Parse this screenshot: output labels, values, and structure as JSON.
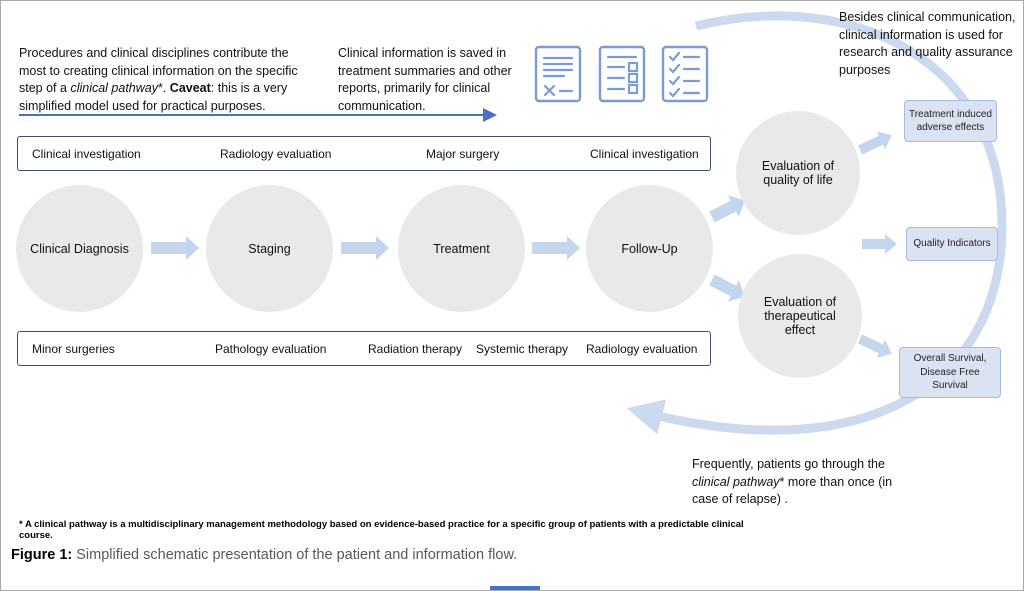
{
  "figure": {
    "caption_label": "Figure 1:",
    "caption_text": " Simplified schematic presentation of the patient and information flow.",
    "footnote": "* A clinical pathway is a multidisciplinary management methodology based on evidence-based practice for a specific group of patients with a predictable clinical course."
  },
  "annotations": {
    "top_left": {
      "t1": "Procedures and clinical disciplines contribute the most to creating clinical information on the specific step of a ",
      "t2_italic": "clinical pathway",
      "t3": "*. ",
      "t4_bold": "Caveat",
      "t5": ": this is a very simplified model used for practical purposes."
    },
    "top_middle": "Clinical information is saved in treatment summaries and other reports, primarily for clinical communication.",
    "top_right": "Besides clinical communication, clinical information is used for research and quality assurance purposes",
    "bottom_right": {
      "t1": "Frequently, patients go through the ",
      "t2_italic": "clinical pathway",
      "t3": "* more than once (in case of relapse) ."
    }
  },
  "top_band": {
    "items": [
      "Clinical investigation",
      "Radiology evaluation",
      "Major surgery",
      "Clinical investigation"
    ]
  },
  "bottom_band": {
    "items": [
      "Minor surgeries",
      "Pathology evaluation",
      "Radiation therapy",
      "Systemic therapy",
      "Radiology evaluation"
    ]
  },
  "pathway": {
    "steps": [
      "Clinical Diagnosis",
      "Staging",
      "Treatment",
      "Follow-Up"
    ],
    "evaluations": [
      "Evaluation of quality of life",
      "Evaluation of therapeutical effect"
    ]
  },
  "outcomes": [
    "Treatment induced adverse effects",
    "Quality Indicators",
    "Overall Survival, Disease Free Survival"
  ],
  "icons": [
    "report-document-icon",
    "checklist-boxes-icon",
    "checked-list-icon"
  ],
  "colors": {
    "circle_fill": "#e9e9e9",
    "flow_arrow": "#c3d6ee",
    "loop_arrow": "#ccdaf0",
    "band_border": "#3f4f6d",
    "outcome_fill": "#dbe3f3",
    "outcome_border": "#a3bce0",
    "icon_stroke": "#7b9cd3",
    "annotation_arrow": "#4472c4"
  }
}
